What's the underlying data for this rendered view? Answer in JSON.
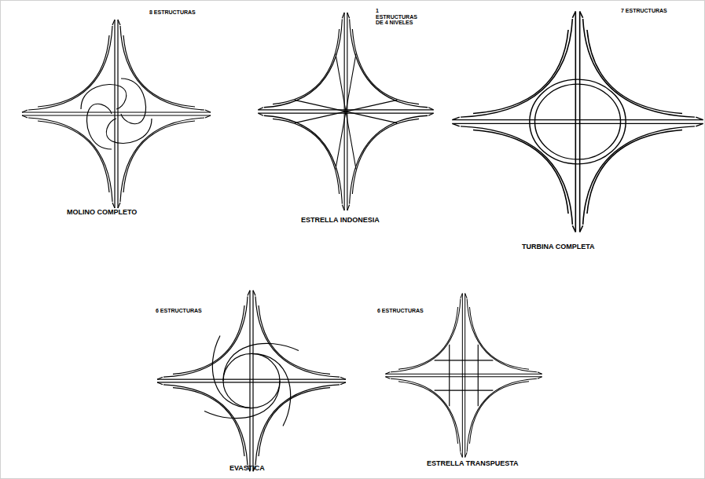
{
  "diagram": {
    "labels": [
      "8 ESTRUCTURAS",
      "MOLINO COMPLETO",
      "1 ESTRUCTURAS DE 4 NIVELES",
      "ESTRELLA INDONESIA",
      "7 ESTRUCTURAS",
      "TURBINA COMPLETA",
      "6 ESTRUCTURAS",
      "EVASTICA",
      "6 ESTRUCTURAS",
      "ESTRELLA TRANSPUESTA"
    ]
  }
}
